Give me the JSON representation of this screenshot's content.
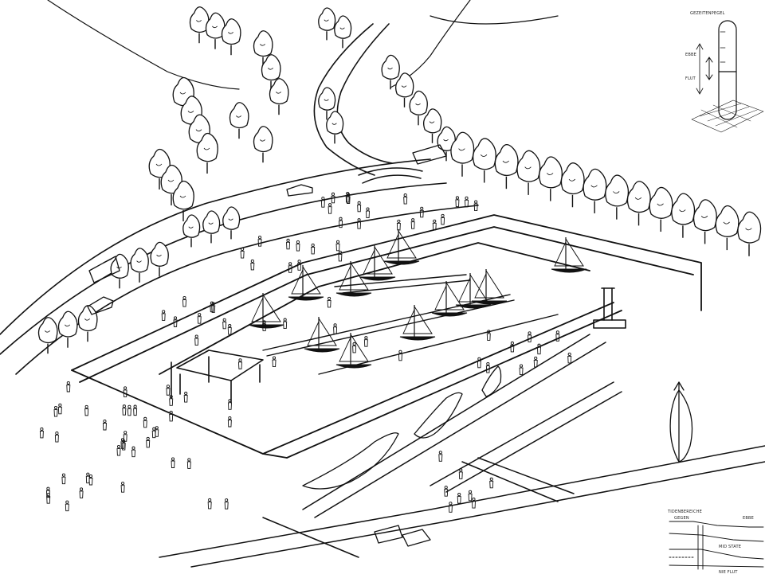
{
  "labels": {
    "gauge_title": "GEZEITENPEGEL",
    "gauge_up": "EBBE",
    "gauge_down": "FLUT",
    "section_title": "TIDENBEREICHE",
    "section_sub": "GEGEN",
    "section_right": "EBBE",
    "section_mid": "MID STATE",
    "section_low": "NIE FLUT"
  },
  "scene": {
    "ink_color": "#111111",
    "paper_color": "#ffffff",
    "sailboat_count": 12,
    "tree_icon": "deciduous-tree-icon",
    "person_icon": "pedestrian-figure-icon",
    "car_icon": "car-icon",
    "boat_icon": "sailboat-icon"
  }
}
